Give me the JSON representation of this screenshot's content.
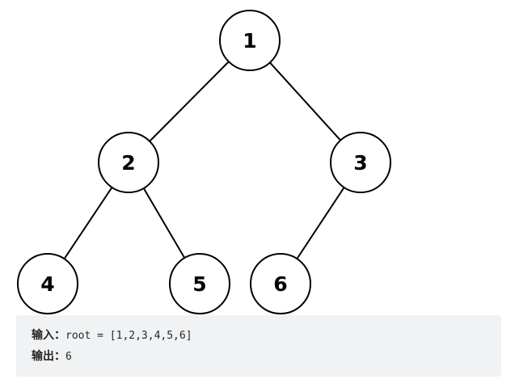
{
  "tree": {
    "nodes": [
      {
        "id": "n1",
        "label": "1"
      },
      {
        "id": "n2",
        "label": "2"
      },
      {
        "id": "n3",
        "label": "3"
      },
      {
        "id": "n4",
        "label": "4"
      },
      {
        "id": "n5",
        "label": "5"
      },
      {
        "id": "n6",
        "label": "6"
      }
    ],
    "edges": [
      {
        "from": "n1",
        "to": "n2"
      },
      {
        "from": "n1",
        "to": "n3"
      },
      {
        "from": "n2",
        "to": "n4"
      },
      {
        "from": "n2",
        "to": "n5"
      },
      {
        "from": "n3",
        "to": "n6"
      }
    ]
  },
  "example": {
    "input_label": "输入：",
    "input_value": "root = [1,2,3,4,5,6]",
    "output_label": "输出：",
    "output_value": "6"
  }
}
